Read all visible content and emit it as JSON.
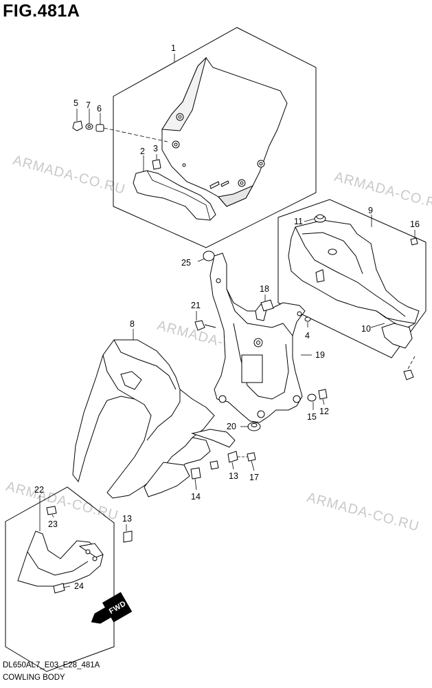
{
  "header": {
    "figure_title": "FIG.481A"
  },
  "footer": {
    "code": "DL650AL7_E03_E28_481A",
    "caption": "COWLING BODY"
  },
  "watermarks": [
    "ARMADA-CO.RU",
    "ARMADA-CO.RU",
    "ARMADA-CO.RU",
    "ARMADA-CO.RU",
    "ARMADA-CO.RU"
  ],
  "callouts": [
    "1",
    "2",
    "3",
    "4",
    "5",
    "6",
    "7",
    "8",
    "9",
    "10",
    "11",
    "12",
    "13",
    "13",
    "14",
    "15",
    "16",
    "17",
    "18",
    "19",
    "20",
    "21",
    "22",
    "23",
    "24",
    "25"
  ],
  "direction_label": "FWD"
}
